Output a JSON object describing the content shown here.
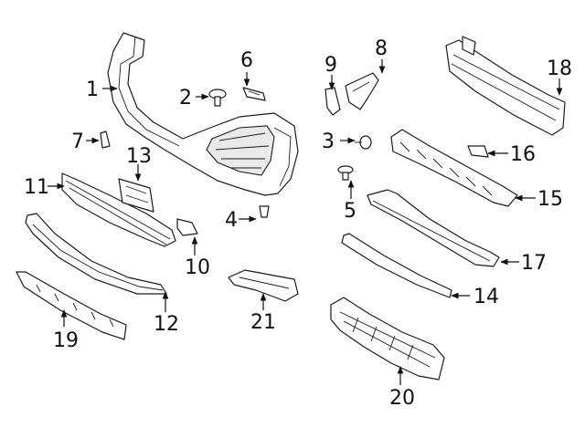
{
  "diagram": {
    "callouts": [
      {
        "id": "1",
        "label": "1",
        "part": "bumper-cover"
      },
      {
        "id": "2",
        "label": "2",
        "part": "push-clip"
      },
      {
        "id": "3",
        "label": "3",
        "part": "screw"
      },
      {
        "id": "4",
        "label": "4",
        "part": "rivet-clip"
      },
      {
        "id": "5",
        "label": "5",
        "part": "bolt"
      },
      {
        "id": "6",
        "label": "6",
        "part": "retainer-clip"
      },
      {
        "id": "7",
        "label": "7",
        "part": "small-bracket"
      },
      {
        "id": "8",
        "label": "8",
        "part": "side-bracket"
      },
      {
        "id": "9",
        "label": "9",
        "part": "side-retainer"
      },
      {
        "id": "10",
        "label": "10",
        "part": "lower-bracket"
      },
      {
        "id": "11",
        "label": "11",
        "part": "grille-support-bar"
      },
      {
        "id": "12",
        "label": "12",
        "part": "lower-trim-molding"
      },
      {
        "id": "13",
        "label": "13",
        "part": "license-bracket"
      },
      {
        "id": "14",
        "label": "14",
        "part": "lower-reinforcement-strip"
      },
      {
        "id": "15",
        "label": "15",
        "part": "energy-absorber"
      },
      {
        "id": "16",
        "label": "16",
        "part": "absorber-clip"
      },
      {
        "id": "17",
        "label": "17",
        "part": "impact-bar"
      },
      {
        "id": "18",
        "label": "18",
        "part": "reinforcement-beam"
      },
      {
        "id": "19",
        "label": "19",
        "part": "air-deflector"
      },
      {
        "id": "20",
        "label": "20",
        "part": "skid-plate"
      },
      {
        "id": "21",
        "label": "21",
        "part": "side-bracket-lower"
      }
    ]
  }
}
